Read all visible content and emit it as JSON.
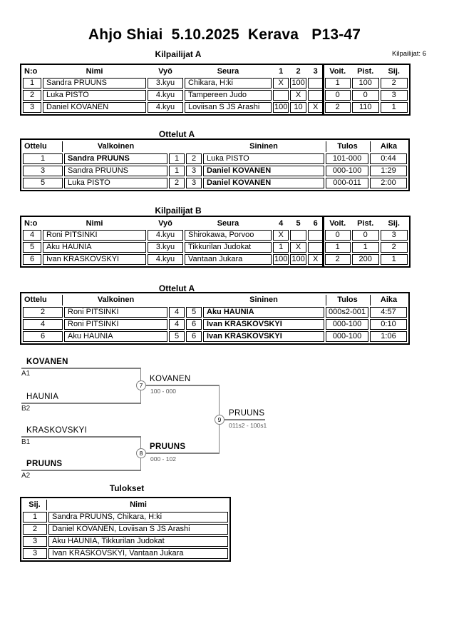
{
  "page": {
    "title": "Ahjo Shiai  5.10.2025  Kerava   P13-47",
    "competitor_count": "Kilpailijat: 6"
  },
  "pool_a": {
    "heading": "Kilpailijat A",
    "columns": {
      "no": "N:o",
      "name": "Nimi",
      "belt": "Vyö",
      "club": "Seura",
      "m1": "1",
      "m2": "2",
      "m3": "3",
      "wins": "Voit.",
      "points": "Pist.",
      "place": "Sij."
    },
    "rows": [
      {
        "no": "1",
        "name": "Sandra PRUUNS",
        "belt": "3.kyu",
        "club": "Chikara, H:ki",
        "m1": "X",
        "m2": "100",
        "m3": "",
        "wins": "1",
        "points": "100",
        "place": "2"
      },
      {
        "no": "2",
        "name": "Luka PISTO",
        "belt": "4.kyu",
        "club": "Tampereen Judo",
        "m1": "",
        "m2": "X",
        "m3": "",
        "wins": "0",
        "points": "0",
        "place": "3"
      },
      {
        "no": "3",
        "name": "Daniel KOVANEN",
        "belt": "4.kyu",
        "club": "Loviisan S JS Arashi",
        "m1": "100",
        "m2": "10",
        "m3": "X",
        "wins": "2",
        "points": "110",
        "place": "1"
      }
    ]
  },
  "matches_a": {
    "heading": "Ottelut A",
    "columns": {
      "match": "Ottelu",
      "white": "Valkoinen",
      "blue": "Sininen",
      "result": "Tulos",
      "time": "Aika"
    },
    "rows": [
      {
        "match": "1",
        "white": "Sandra PRUUNS",
        "white_bold": true,
        "white_no": "1",
        "blue_no": "2",
        "blue": "Luka PISTO",
        "blue_bold": false,
        "result": "101-000",
        "time": "0:44"
      },
      {
        "match": "3",
        "white": "Sandra PRUUNS",
        "white_bold": false,
        "white_no": "1",
        "blue_no": "3",
        "blue": "Daniel KOVANEN",
        "blue_bold": true,
        "result": "000-100",
        "time": "1:29"
      },
      {
        "match": "5",
        "white": "Luka PISTO",
        "white_bold": false,
        "white_no": "2",
        "blue_no": "3",
        "blue": "Daniel KOVANEN",
        "blue_bold": true,
        "result": "000-011",
        "time": "2:00"
      }
    ]
  },
  "pool_b": {
    "heading": "Kilpailijat B",
    "columns": {
      "no": "N:o",
      "name": "Nimi",
      "belt": "Vyö",
      "club": "Seura",
      "m1": "4",
      "m2": "5",
      "m3": "6",
      "wins": "Voit.",
      "points": "Pist.",
      "place": "Sij."
    },
    "rows": [
      {
        "no": "4",
        "name": "Roni PITSINKI",
        "belt": "4.kyu",
        "club": "Shirokawa, Porvoo",
        "m1": "X",
        "m2": "",
        "m3": "",
        "wins": "0",
        "points": "0",
        "place": "3"
      },
      {
        "no": "5",
        "name": "Aku HAUNIA",
        "belt": "3.kyu",
        "club": "Tikkurilan Judokat",
        "m1": "1",
        "m2": "X",
        "m3": "",
        "wins": "1",
        "points": "1",
        "place": "2"
      },
      {
        "no": "6",
        "name": "Ivan KRASKOVSKYI",
        "belt": "4.kyu",
        "club": "Vantaan Jukara",
        "m1": "100",
        "m2": "100",
        "m3": "X",
        "wins": "2",
        "points": "200",
        "place": "1"
      }
    ]
  },
  "matches_b": {
    "heading": "Ottelut A",
    "columns": {
      "match": "Ottelu",
      "white": "Valkoinen",
      "blue": "Sininen",
      "result": "Tulos",
      "time": "Aika"
    },
    "rows": [
      {
        "match": "2",
        "white": "Roni PITSINKI",
        "white_bold": false,
        "white_no": "4",
        "blue_no": "5",
        "blue": "Aku HAUNIA",
        "blue_bold": true,
        "result": "000s2-001",
        "time": "4:57"
      },
      {
        "match": "4",
        "white": "Roni PITSINKI",
        "white_bold": false,
        "white_no": "4",
        "blue_no": "6",
        "blue": "Ivan KRASKOVSKYI",
        "blue_bold": true,
        "result": "000-100",
        "time": "0:10"
      },
      {
        "match": "6",
        "white": "Aku HAUNIA",
        "white_bold": false,
        "white_no": "5",
        "blue_no": "6",
        "blue": "Ivan KRASKOVSKYI",
        "blue_bold": true,
        "result": "000-100",
        "time": "1:06"
      }
    ]
  },
  "bracket": {
    "slots": [
      {
        "name": "KOVANEN",
        "seed": "A1",
        "bold": true
      },
      {
        "name": "HAUNIA",
        "seed": "B2",
        "bold": false
      },
      {
        "name": "KRASKOVSKYI",
        "seed": "B1",
        "bold": false
      },
      {
        "name": "PRUUNS",
        "seed": "A2",
        "bold": true
      }
    ],
    "matches": [
      {
        "number": "7",
        "winner": "KOVANEN",
        "score": "100 - 000",
        "bold": false
      },
      {
        "number": "8",
        "winner": "PRUUNS",
        "score": "000 - 102",
        "bold": true
      },
      {
        "number": "9",
        "winner": "PRUUNS",
        "score": "011s2 - 100s1",
        "bold": false
      }
    ]
  },
  "results": {
    "heading": "Tulokset",
    "columns": {
      "place": "Sij.",
      "name": "Nimi"
    },
    "rows": [
      {
        "place": "1",
        "name": "Sandra PRUUNS, Chikara, H:ki"
      },
      {
        "place": "2",
        "name": "Daniel KOVANEN, Loviisan S JS Arashi"
      },
      {
        "place": "3",
        "name": "Aku HAUNIA, Tikkurilan Judokat"
      },
      {
        "place": "3",
        "name": "Ivan KRASKOVSKYI, Vantaan Jukara"
      }
    ]
  }
}
